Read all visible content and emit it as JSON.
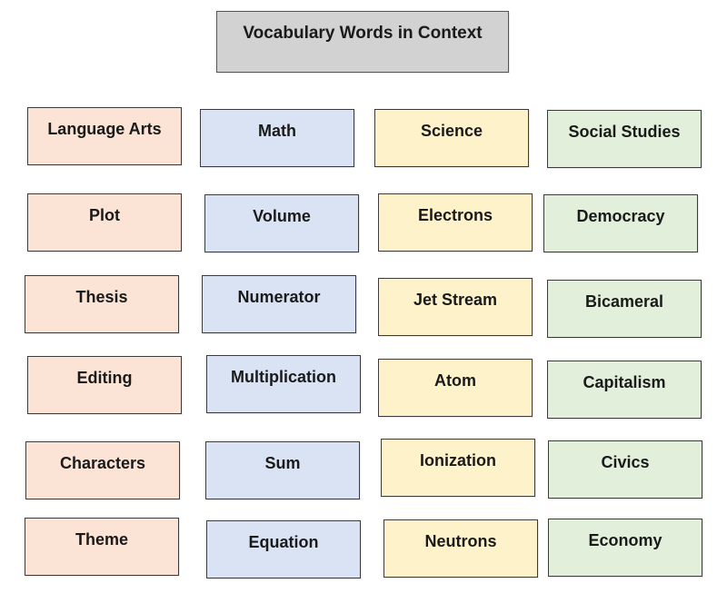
{
  "title": "Vocabulary Words in Context",
  "colors": {
    "language_arts": "#fbe4d6",
    "math": "#dae3f3",
    "science": "#fef2cb",
    "social_studies": "#e2efdb",
    "title": "#d3d2d3"
  },
  "columns": [
    {
      "key": "language_arts",
      "header": "Language Arts",
      "words": [
        "Plot",
        "Thesis",
        "Editing",
        "Characters",
        "Theme"
      ]
    },
    {
      "key": "math",
      "header": "Math",
      "words": [
        "Volume",
        "Numerator",
        "Multiplication",
        "Sum",
        "Equation"
      ]
    },
    {
      "key": "science",
      "header": "Science",
      "words": [
        "Electrons",
        "Jet Stream",
        "Atom",
        "Ionization",
        "Neutrons"
      ]
    },
    {
      "key": "social_studies",
      "header": "Social Studies",
      "words": [
        "Democracy",
        "Bicameral",
        "Capitalism",
        "Civics",
        "Economy"
      ]
    }
  ]
}
